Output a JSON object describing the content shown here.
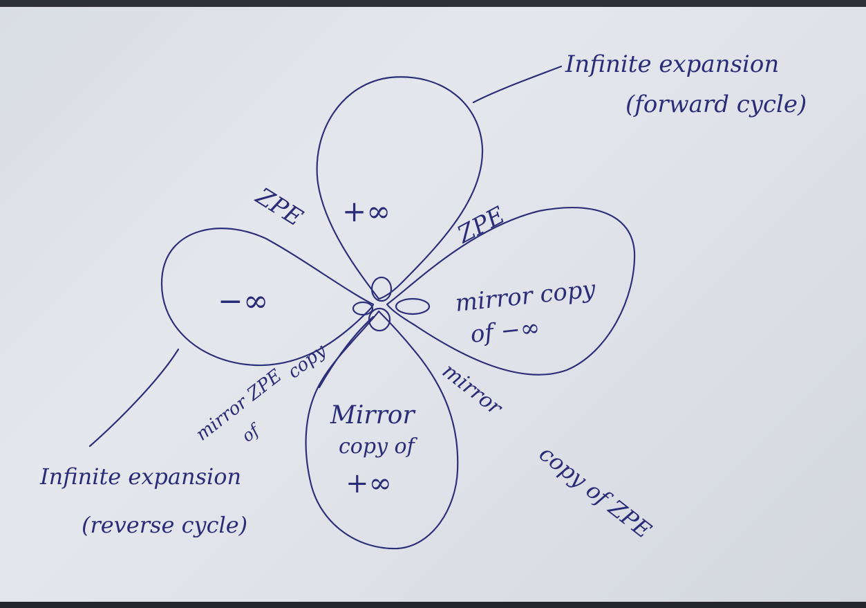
{
  "diagram": {
    "labels": {
      "top_annotation_line1": "Infinite expansion",
      "top_annotation_line2": "(forward cycle)",
      "bottom_annotation_line1": "Infinite expansion",
      "bottom_annotation_line2": "(reverse cycle)",
      "top_petal": "+∞",
      "left_petal": "−∞",
      "right_petal_line1": "mirror copy",
      "right_petal_line2": "of −∞",
      "bottom_petal_line1": "Mirror",
      "bottom_petal_line2": "copy of",
      "bottom_petal_line3": "+∞",
      "zpe_upper_left": "ZPE",
      "zpe_upper_right": "ZPE",
      "lower_left_line1": "copy",
      "lower_left_line2": "mirror ZPE",
      "lower_left_line3": "of",
      "lower_right_line1": "mirror",
      "lower_right_line2": "copy of ZPE"
    },
    "ink_color": "#2d2f7a"
  }
}
